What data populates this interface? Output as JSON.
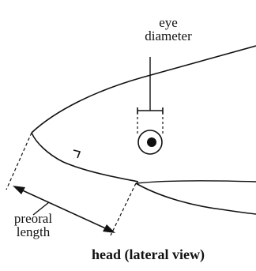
{
  "labels": {
    "eye_line1": "eye",
    "eye_line2": "diameter",
    "preoral_line1": "preoral",
    "preoral_line2": "length",
    "caption": "head (lateral view)"
  },
  "colors": {
    "ink": "#111111",
    "background": "#ffffff"
  }
}
